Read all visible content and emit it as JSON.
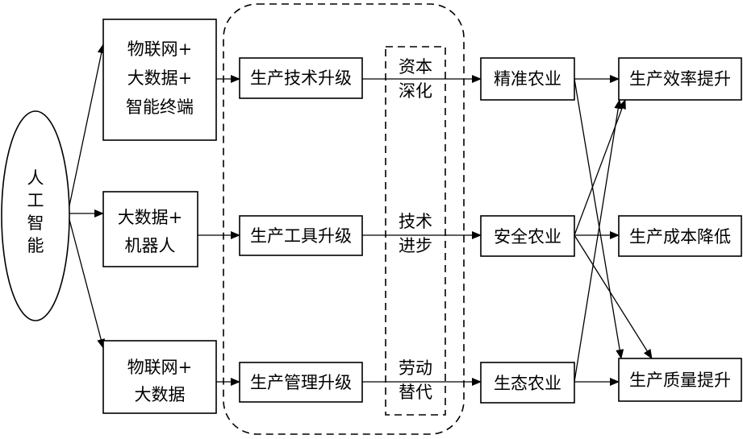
{
  "root": {
    "lines": [
      "人",
      "工",
      "智",
      "能"
    ]
  },
  "tech_stacks": [
    {
      "id": "iot-bigdata-terminal",
      "lines": [
        "物联网+",
        "大数据+",
        "智能终端"
      ]
    },
    {
      "id": "bigdata-robot",
      "lines": [
        "大数据+",
        "机器人"
      ]
    },
    {
      "id": "iot-bigdata",
      "lines": [
        "物联网+",
        "大数据"
      ]
    }
  ],
  "upgrades": [
    {
      "id": "technology",
      "label": "生产技术升级"
    },
    {
      "id": "tools",
      "label": "生产工具升级"
    },
    {
      "id": "management",
      "label": "生产管理升级"
    }
  ],
  "mechanisms": [
    {
      "id": "capital-deepening",
      "lines": [
        "资本",
        "深化"
      ]
    },
    {
      "id": "tech-progress",
      "lines": [
        "技术",
        "进步"
      ]
    },
    {
      "id": "labor-substitution",
      "lines": [
        "劳动",
        "替代"
      ]
    }
  ],
  "agriculture": [
    {
      "id": "precision",
      "label": "精准农业"
    },
    {
      "id": "safe",
      "label": "安全农业"
    },
    {
      "id": "ecological",
      "label": "生态农业"
    }
  ],
  "outcomes": [
    {
      "id": "efficiency",
      "label": "生产效率提升"
    },
    {
      "id": "cost",
      "label": "生产成本降低"
    },
    {
      "id": "quality",
      "label": "生产质量提升"
    }
  ],
  "links": [
    {
      "from": "root",
      "to": "iot-bigdata-terminal"
    },
    {
      "from": "root",
      "to": "bigdata-robot"
    },
    {
      "from": "root",
      "to": "iot-bigdata"
    },
    {
      "from": "iot-bigdata-terminal",
      "to": "technology"
    },
    {
      "from": "bigdata-robot",
      "to": "tools"
    },
    {
      "from": "iot-bigdata",
      "to": "management"
    },
    {
      "from": "technology",
      "to": "precision"
    },
    {
      "from": "tools",
      "to": "safe"
    },
    {
      "from": "management",
      "to": "ecological"
    },
    {
      "from": "precision",
      "to": "efficiency"
    },
    {
      "from": "precision",
      "to": "quality"
    },
    {
      "from": "safe",
      "to": "efficiency"
    },
    {
      "from": "safe",
      "to": "cost"
    },
    {
      "from": "safe",
      "to": "quality"
    },
    {
      "from": "ecological",
      "to": "efficiency"
    },
    {
      "from": "ecological",
      "to": "quality"
    }
  ]
}
